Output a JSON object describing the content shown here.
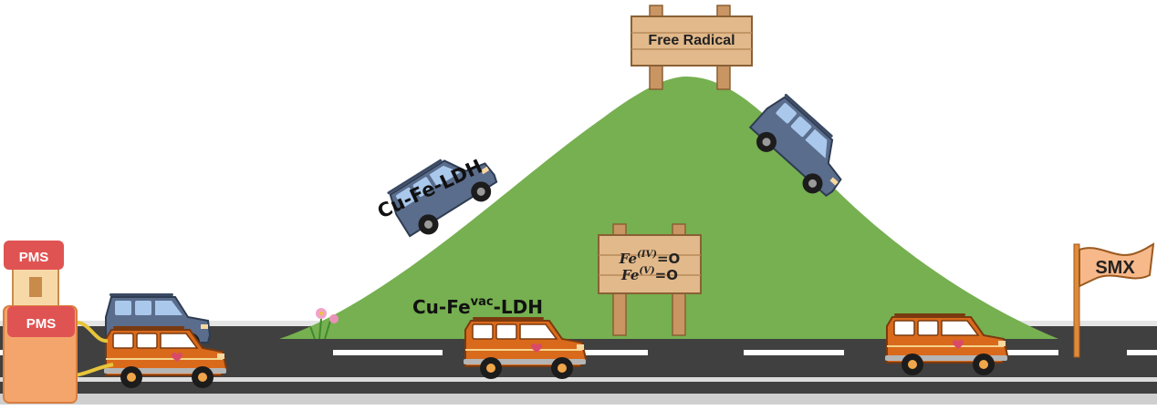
{
  "labels": {
    "cu_fe_ldh": "Cu-Fe-LDH",
    "cu_fe_vac_prefix": "Cu-Fe",
    "cu_fe_vac_sup": "vac",
    "cu_fe_vac_suffix": "-LDH"
  },
  "signs": {
    "top": "Free Radical",
    "middle_line1_base": "Fe",
    "middle_line1_sup": "(IV)",
    "middle_line1_tail": "=O",
    "middle_line2_base": "Fe",
    "middle_line2_sup": "(V)",
    "middle_line2_tail": "=O"
  },
  "pump": {
    "label_top": "PMS",
    "label_bottom": "PMS"
  },
  "flag": {
    "label": "SMX"
  },
  "colors": {
    "hill": "#76b050",
    "road": "#404040",
    "blue_car": "#5a6d8c",
    "orange_car": "#d96a1c",
    "pump_red": "#e05353",
    "pump_body": "#f4a56b",
    "wood": "#e2b98a"
  }
}
